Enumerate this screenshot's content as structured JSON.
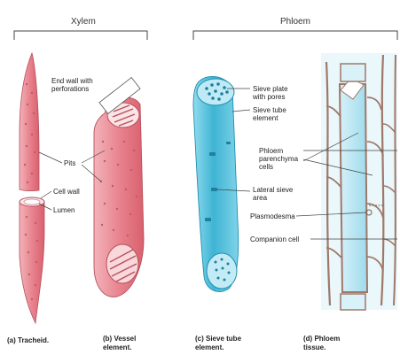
{
  "headers": {
    "xylem": "Xylem",
    "phloem": "Phloem"
  },
  "labels": {
    "end_wall": [
      "End wall with",
      "perforations"
    ],
    "pits": "Pits",
    "cell_wall": "Cell wall",
    "lumen": "Lumen",
    "sieve_plate": [
      "Sieve plate",
      "with pores"
    ],
    "sieve_tube_element": [
      "Sieve tube",
      "element"
    ],
    "phloem_parenchyma": [
      "Phloem",
      "parenchyma",
      "cells"
    ],
    "lateral_sieve": [
      "Lateral sieve",
      "area"
    ],
    "plasmodesma": "Plasmodesma",
    "companion_cell": "Companion cell"
  },
  "captions": {
    "a": [
      "(a) Tracheid."
    ],
    "b": [
      "(b) Vessel",
      "element."
    ],
    "c": [
      "(c) Sieve tube",
      "element."
    ],
    "d": [
      "(d) Phloem",
      "tissue."
    ]
  },
  "colors": {
    "xylem_pink": "#e88a93",
    "xylem_light": "#f6c9cd",
    "sieve_blue": "#5cc6e0",
    "sieve_light": "#c6eef7",
    "wall_brown": "#a0786a"
  }
}
